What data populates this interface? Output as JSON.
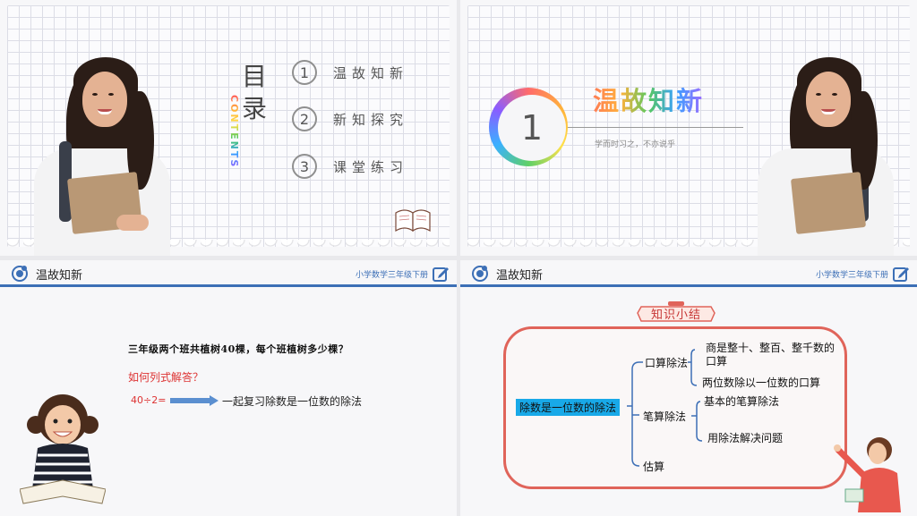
{
  "slide1": {
    "title": "目录",
    "subtitle_en": "CONTENTS",
    "items": [
      {
        "num": "1",
        "label": "温故知新"
      },
      {
        "num": "2",
        "label": "新知探究"
      },
      {
        "num": "3",
        "label": "课堂练习"
      }
    ]
  },
  "slide2": {
    "number": "1",
    "title": "温故知新",
    "subtitle": "学而时习之，不亦说乎"
  },
  "slide3": {
    "header_title": "温故知新",
    "header_right": "小学数学三年级下册",
    "question": "三年级两个班共植树40棵，每个班植树多少棵？",
    "prompt": "如何列式解答？",
    "equation": "40÷2=",
    "note": "一起复习除数是一位数的除法"
  },
  "slide4": {
    "header_title": "温故知新",
    "header_right": "小学数学三年级下册",
    "badge": "知识小结",
    "root": "除数是一位数的除法",
    "branches": [
      {
        "label": "口算除法",
        "leaves": [
          "商是整十、整百、整千数的口算",
          "两位数除以一位数的口算"
        ]
      },
      {
        "label": "笔算除法",
        "leaves": [
          "基本的笔算除法",
          "用除法解决问题"
        ]
      },
      {
        "label": "估算",
        "leaves": []
      }
    ]
  },
  "colors": {
    "accent_blue": "#3c6fb6",
    "red": "#d33333",
    "root_highlight": "#18a9e8",
    "mindmap_border": "#e0645a"
  }
}
